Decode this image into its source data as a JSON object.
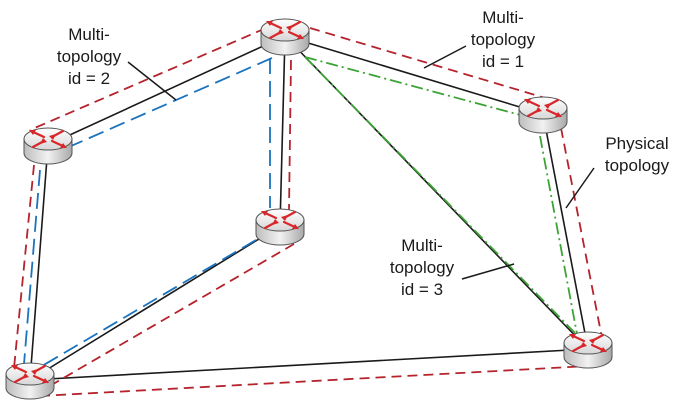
{
  "labels": {
    "mt2": [
      "Multi-",
      "topology",
      "id = 2"
    ],
    "mt1": [
      "Multi-",
      "topology",
      "id = 1"
    ],
    "phys": [
      "Physical",
      "topology"
    ],
    "mt3": [
      "Multi-",
      "topology",
      "id = 3"
    ]
  },
  "colors": {
    "physical": "#1a1a1a",
    "topology_1": "#b5232c",
    "topology_2": "#1a73be",
    "topology_3": "#3ca335",
    "router_body": "#e8e8e8",
    "router_arrow": "#d8262a"
  },
  "icons": [
    "router-icon"
  ]
}
